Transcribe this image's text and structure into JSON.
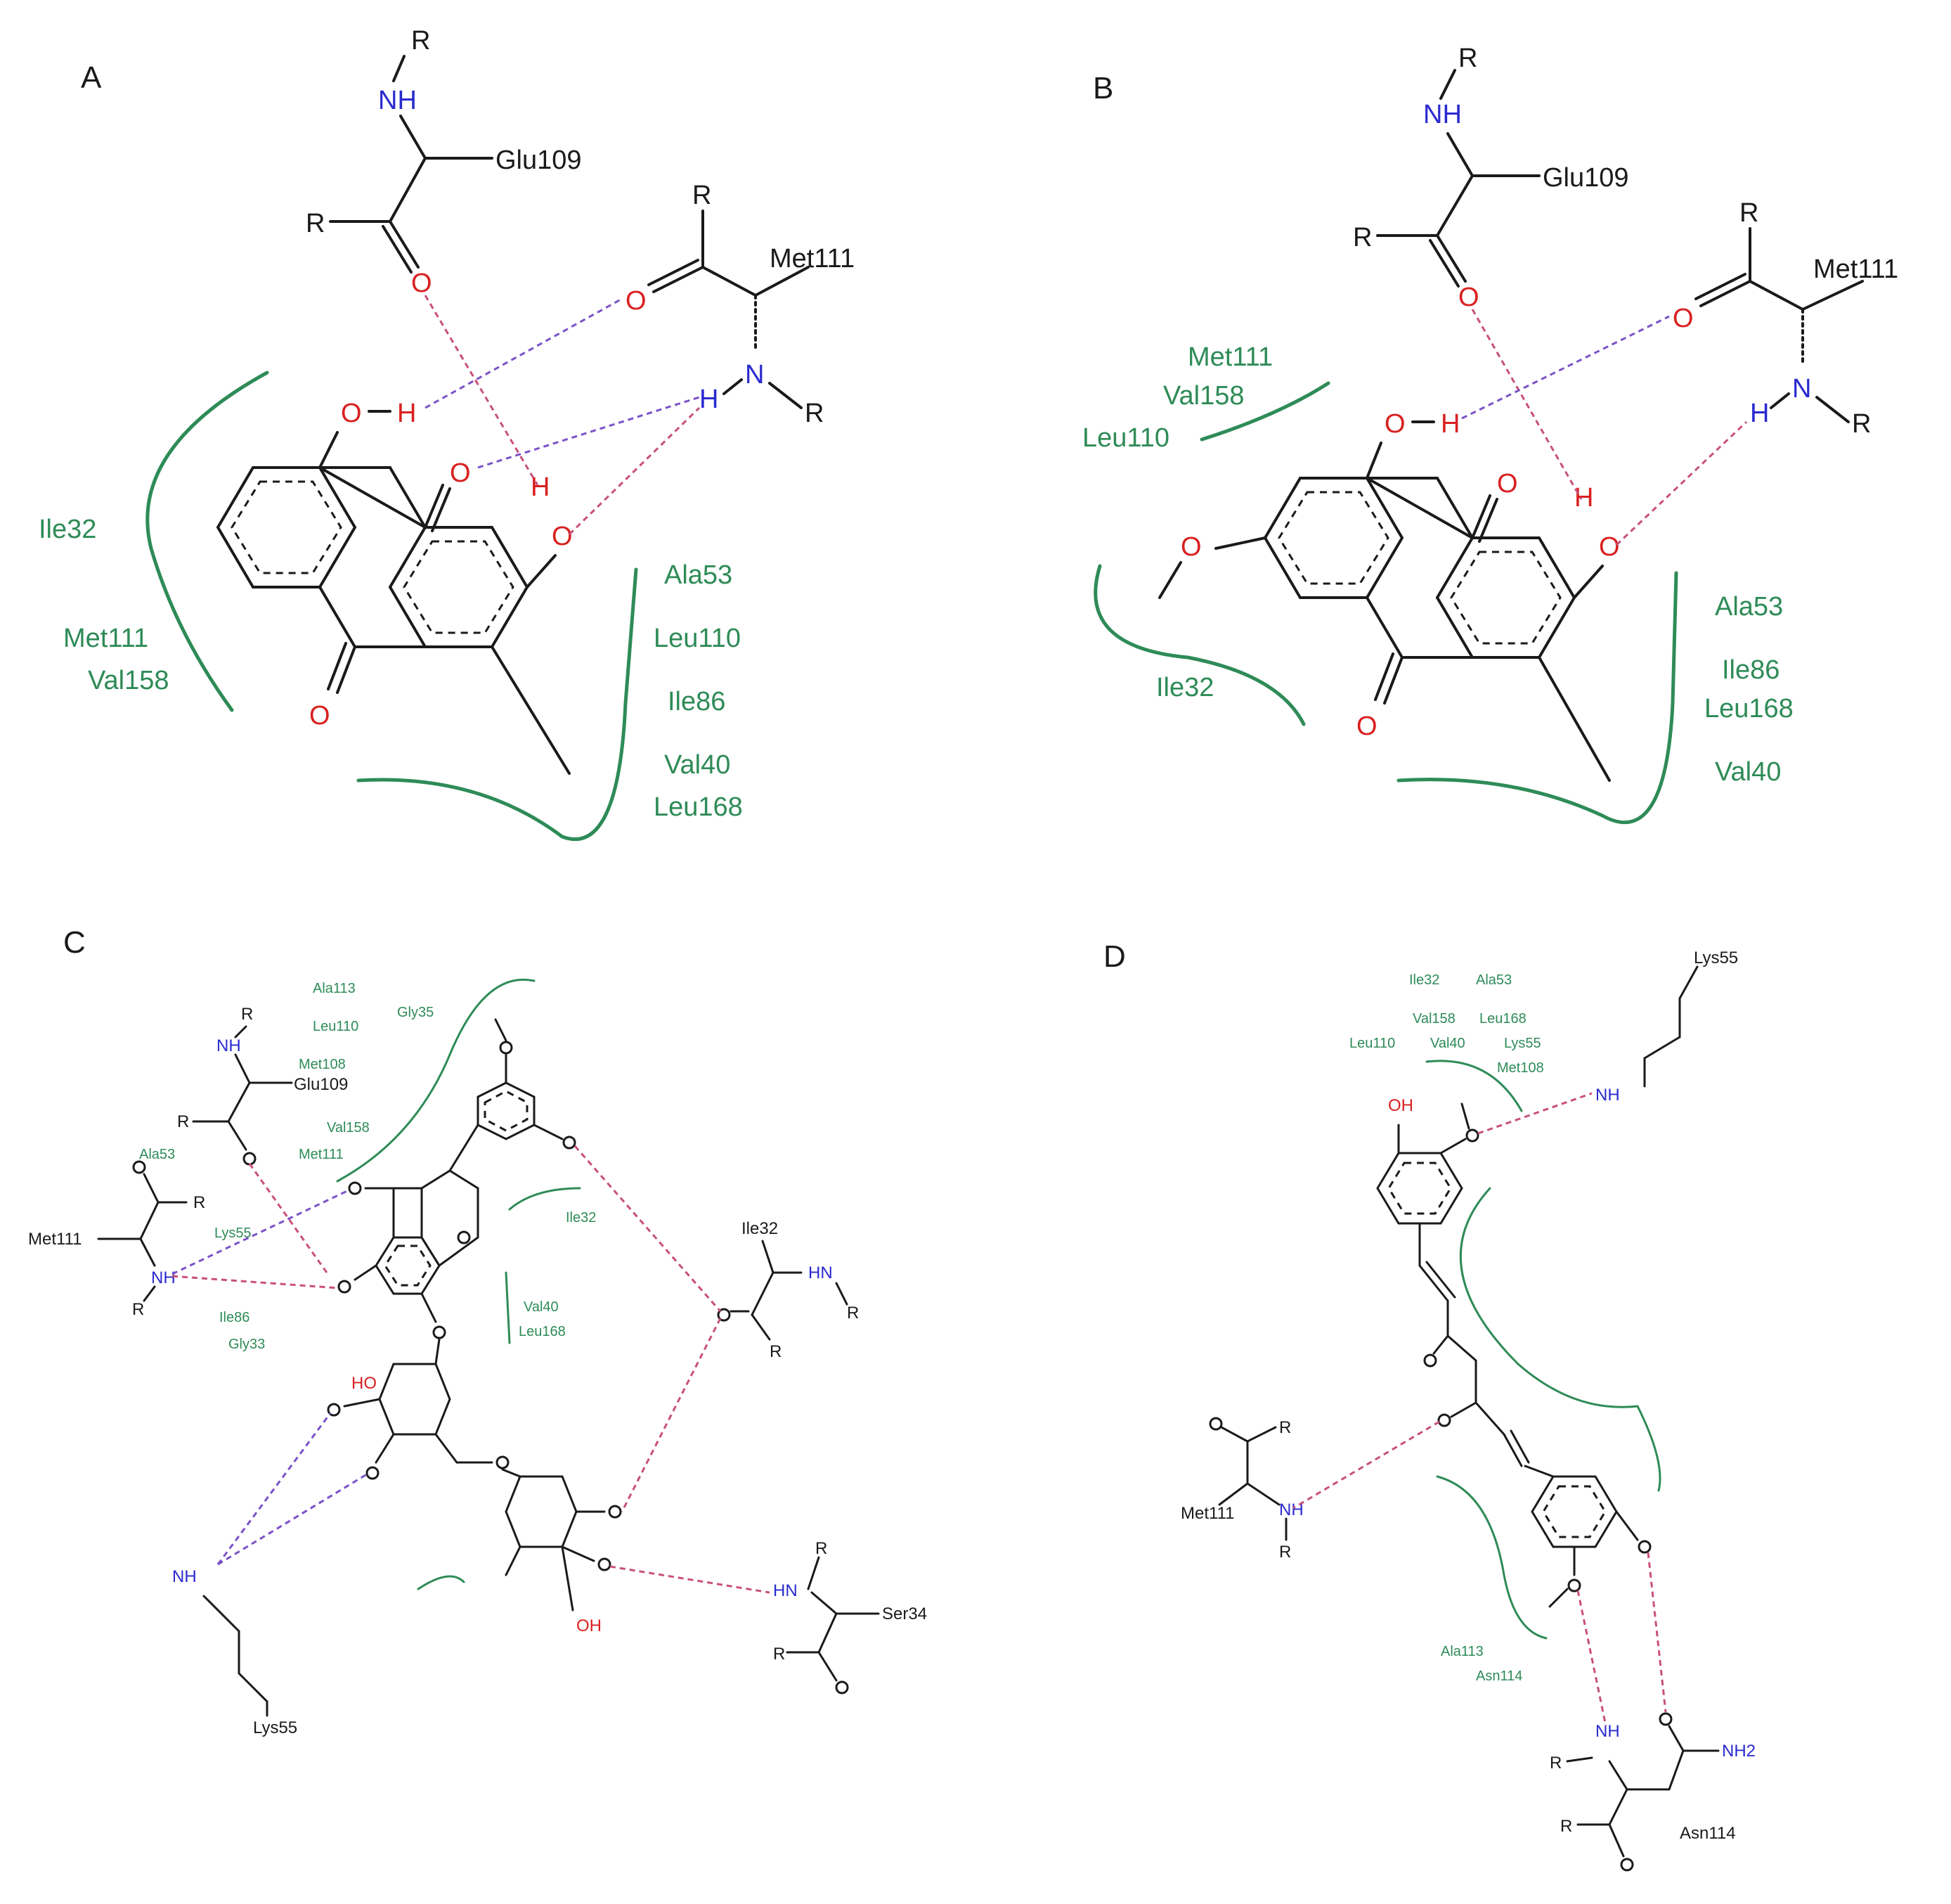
{
  "panels": {
    "a": {
      "label": "A",
      "residues": [
        "Glu109",
        "Met111"
      ],
      "r_groups": [
        "R",
        "R",
        "R",
        "R"
      ],
      "atoms": {
        "nh": "NH",
        "o": "O",
        "h": "H",
        "n": "N"
      },
      "hydrophobic": {
        "left": [
          "Ile32",
          "Met111",
          "Val158"
        ],
        "right": [
          "Ala53",
          "Leu110",
          "Ile86",
          "Val40",
          "Leu168"
        ]
      }
    },
    "b": {
      "label": "B",
      "residues": [
        "Glu109",
        "Met111"
      ],
      "r_groups": [
        "R",
        "R",
        "R",
        "R"
      ],
      "atoms": {
        "nh": "NH",
        "o": "O",
        "h": "H",
        "n": "N"
      },
      "hydrophobic": {
        "top_left": [
          "Met111",
          "Val158",
          "Leu110"
        ],
        "bottom_left": [
          "Ile32"
        ],
        "right": [
          "Ala53",
          "Ile86",
          "Leu168",
          "Val40"
        ]
      }
    },
    "c": {
      "label": "C",
      "residues": [
        "Glu109",
        "Met111",
        "Ile32",
        "Lys55",
        "Ser34"
      ],
      "r_groups": [
        "R",
        "R",
        "R",
        "R",
        "R",
        "R"
      ],
      "atoms": {
        "nh": "NH",
        "hn": "HN",
        "oh": "OH",
        "ho": "HO"
      },
      "hydrophobic": {
        "top": [
          "Ala113",
          "Leu110",
          "Gly35",
          "Met108",
          "Val158",
          "Met111",
          "Ala53"
        ],
        "mid": [
          "Ile32",
          "Lys55",
          "Ile86",
          "Gly33",
          "Val40",
          "Leu168"
        ]
      }
    },
    "d": {
      "label": "D",
      "residues": [
        "Lys55",
        "Met111",
        "Asn114"
      ],
      "r_groups": [
        "R",
        "R",
        "R",
        "R"
      ],
      "atoms": {
        "oh": "OH",
        "nh2": "NH2"
      },
      "hydrophobic": {
        "top": [
          "Ile32",
          "Ala53",
          "Val158",
          "Leu168",
          "Leu110",
          "Val40",
          "Lys55",
          "Met108"
        ],
        "bottom": [
          "Ala113",
          "Asn114"
        ]
      }
    }
  },
  "colors": {
    "carbon": "#1a1a1a",
    "oxygen": "#d92020",
    "nitrogen": "#2a2ad0",
    "hydrophobic": "#2e8b57",
    "hbond_red": "#c8507a",
    "hbond_blue": "#7a52c8"
  }
}
